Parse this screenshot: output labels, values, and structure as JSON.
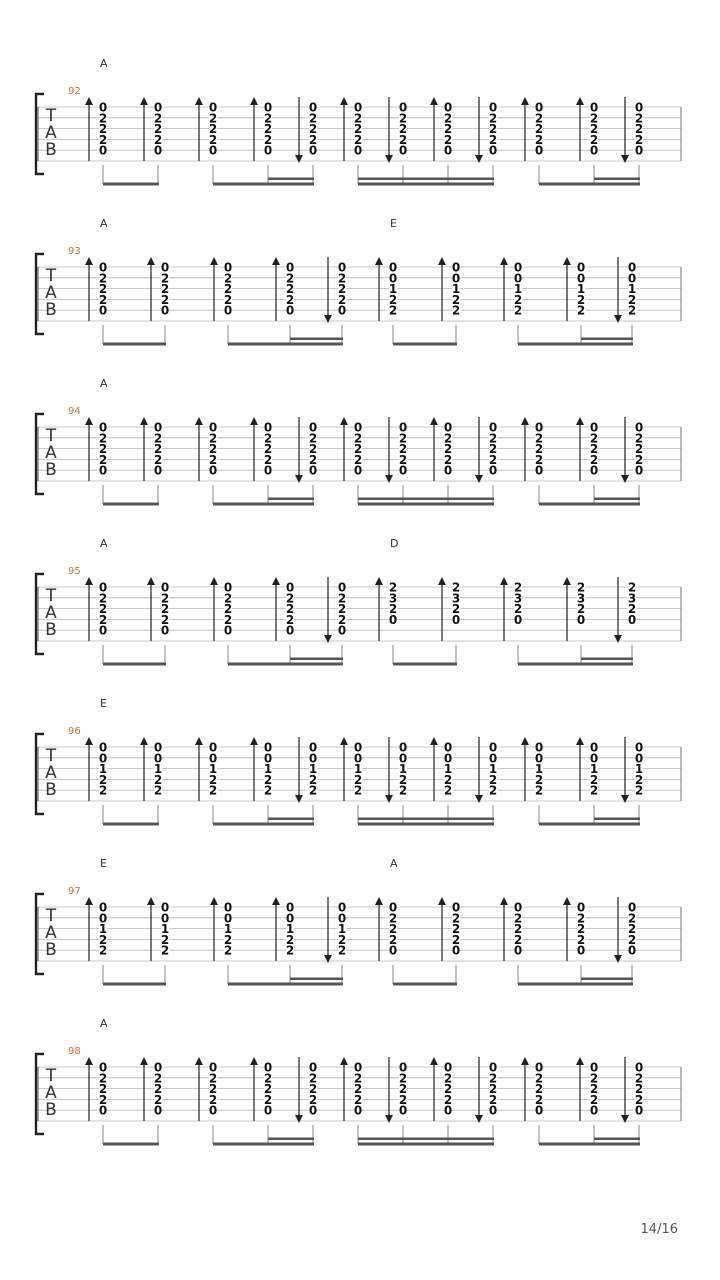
{
  "page": {
    "number": "14/16"
  },
  "tab_label": [
    "T",
    "A",
    "B"
  ],
  "systems": [
    {
      "measure": "92",
      "chords": [
        {
          "name": "A",
          "beat": 0
        }
      ],
      "beats": [
        {
          "dir": "up",
          "notes": [
            "0",
            "2",
            "2",
            "2",
            "0"
          ]
        },
        {
          "dir": "up",
          "notes": [
            "0",
            "2",
            "2",
            "2",
            "0"
          ]
        },
        {
          "dir": "up",
          "notes": [
            "0",
            "2",
            "2",
            "2",
            "0"
          ]
        },
        {
          "dir": "up",
          "notes": [
            "0",
            "2",
            "2",
            "2",
            "0"
          ]
        },
        {
          "dir": "down",
          "notes": [
            "0",
            "2",
            "2",
            "2",
            "0"
          ]
        },
        {
          "dir": "up",
          "notes": [
            "0",
            "2",
            "2",
            "2",
            "0"
          ]
        },
        {
          "dir": "down",
          "notes": [
            "0",
            "2",
            "2",
            "2",
            "0"
          ]
        },
        {
          "dir": "up",
          "notes": [
            "0",
            "2",
            "2",
            "2",
            "0"
          ]
        },
        {
          "dir": "down",
          "notes": [
            "0",
            "2",
            "2",
            "2",
            "0"
          ]
        },
        {
          "dir": "up",
          "notes": [
            "0",
            "2",
            "2",
            "2",
            "0"
          ]
        },
        {
          "dir": "up",
          "notes": [
            "0",
            "2",
            "2",
            "2",
            "0"
          ]
        },
        {
          "dir": "down",
          "notes": [
            "0",
            "2",
            "2",
            "2",
            "0"
          ]
        }
      ]
    },
    {
      "measure": "93",
      "chords": [
        {
          "name": "A",
          "beat": 0
        },
        {
          "name": "E",
          "beat": 5
        }
      ],
      "beats": [
        {
          "dir": "up",
          "notes": [
            "0",
            "2",
            "2",
            "2",
            "0"
          ]
        },
        {
          "dir": "up",
          "notes": [
            "0",
            "2",
            "2",
            "2",
            "0"
          ]
        },
        {
          "dir": "up",
          "notes": [
            "0",
            "2",
            "2",
            "2",
            "0"
          ]
        },
        {
          "dir": "up",
          "notes": [
            "0",
            "2",
            "2",
            "2",
            "0"
          ]
        },
        {
          "dir": "down",
          "notes": [
            "0",
            "2",
            "2",
            "2",
            "0"
          ]
        },
        {
          "dir": "up",
          "notes": [
            "0",
            "0",
            "1",
            "2",
            "2"
          ]
        },
        {
          "dir": "up",
          "notes": [
            "0",
            "0",
            "1",
            "2",
            "2"
          ]
        },
        {
          "dir": "up",
          "notes": [
            "0",
            "0",
            "1",
            "2",
            "2"
          ]
        },
        {
          "dir": "up",
          "notes": [
            "0",
            "0",
            "1",
            "2",
            "2"
          ]
        },
        {
          "dir": "down",
          "notes": [
            "0",
            "0",
            "1",
            "2",
            "2"
          ]
        }
      ]
    },
    {
      "measure": "94",
      "chords": [
        {
          "name": "A",
          "beat": 0
        }
      ],
      "beats": [
        {
          "dir": "up",
          "notes": [
            "0",
            "2",
            "2",
            "2",
            "0"
          ]
        },
        {
          "dir": "up",
          "notes": [
            "0",
            "2",
            "2",
            "2",
            "0"
          ]
        },
        {
          "dir": "up",
          "notes": [
            "0",
            "2",
            "2",
            "2",
            "0"
          ]
        },
        {
          "dir": "up",
          "notes": [
            "0",
            "2",
            "2",
            "2",
            "0"
          ]
        },
        {
          "dir": "down",
          "notes": [
            "0",
            "2",
            "2",
            "2",
            "0"
          ]
        },
        {
          "dir": "up",
          "notes": [
            "0",
            "2",
            "2",
            "2",
            "0"
          ]
        },
        {
          "dir": "down",
          "notes": [
            "0",
            "2",
            "2",
            "2",
            "0"
          ]
        },
        {
          "dir": "up",
          "notes": [
            "0",
            "2",
            "2",
            "2",
            "0"
          ]
        },
        {
          "dir": "down",
          "notes": [
            "0",
            "2",
            "2",
            "2",
            "0"
          ]
        },
        {
          "dir": "up",
          "notes": [
            "0",
            "2",
            "2",
            "2",
            "0"
          ]
        },
        {
          "dir": "up",
          "notes": [
            "0",
            "2",
            "2",
            "2",
            "0"
          ]
        },
        {
          "dir": "down",
          "notes": [
            "0",
            "2",
            "2",
            "2",
            "0"
          ]
        }
      ]
    },
    {
      "measure": "95",
      "chords": [
        {
          "name": "A",
          "beat": 0
        },
        {
          "name": "D",
          "beat": 5
        }
      ],
      "beats": [
        {
          "dir": "up",
          "notes": [
            "0",
            "2",
            "2",
            "2",
            "0"
          ]
        },
        {
          "dir": "up",
          "notes": [
            "0",
            "2",
            "2",
            "2",
            "0"
          ]
        },
        {
          "dir": "up",
          "notes": [
            "0",
            "2",
            "2",
            "2",
            "0"
          ]
        },
        {
          "dir": "up",
          "notes": [
            "0",
            "2",
            "2",
            "2",
            "0"
          ]
        },
        {
          "dir": "down",
          "notes": [
            "0",
            "2",
            "2",
            "2",
            "0"
          ]
        },
        {
          "dir": "up",
          "notes": [
            "2",
            "3",
            "2",
            "0"
          ]
        },
        {
          "dir": "up",
          "notes": [
            "2",
            "3",
            "2",
            "0"
          ]
        },
        {
          "dir": "up",
          "notes": [
            "2",
            "3",
            "2",
            "0"
          ]
        },
        {
          "dir": "up",
          "notes": [
            "2",
            "3",
            "2",
            "0"
          ]
        },
        {
          "dir": "down",
          "notes": [
            "2",
            "3",
            "2",
            "0"
          ]
        }
      ]
    },
    {
      "measure": "96",
      "chords": [
        {
          "name": "E",
          "beat": 0
        }
      ],
      "beats": [
        {
          "dir": "up",
          "notes": [
            "0",
            "0",
            "1",
            "2",
            "2"
          ]
        },
        {
          "dir": "up",
          "notes": [
            "0",
            "0",
            "1",
            "2",
            "2"
          ]
        },
        {
          "dir": "up",
          "notes": [
            "0",
            "0",
            "1",
            "2",
            "2"
          ]
        },
        {
          "dir": "up",
          "notes": [
            "0",
            "0",
            "1",
            "2",
            "2"
          ]
        },
        {
          "dir": "down",
          "notes": [
            "0",
            "0",
            "1",
            "2",
            "2"
          ]
        },
        {
          "dir": "up",
          "notes": [
            "0",
            "0",
            "1",
            "2",
            "2"
          ]
        },
        {
          "dir": "down",
          "notes": [
            "0",
            "0",
            "1",
            "2",
            "2"
          ]
        },
        {
          "dir": "up",
          "notes": [
            "0",
            "0",
            "1",
            "2",
            "2"
          ]
        },
        {
          "dir": "down",
          "notes": [
            "0",
            "0",
            "1",
            "2",
            "2"
          ]
        },
        {
          "dir": "up",
          "notes": [
            "0",
            "0",
            "1",
            "2",
            "2"
          ]
        },
        {
          "dir": "up",
          "notes": [
            "0",
            "0",
            "1",
            "2",
            "2"
          ]
        },
        {
          "dir": "down",
          "notes": [
            "0",
            "0",
            "1",
            "2",
            "2"
          ]
        }
      ]
    },
    {
      "measure": "97",
      "chords": [
        {
          "name": "E",
          "beat": 0
        },
        {
          "name": "A",
          "beat": 5
        }
      ],
      "beats": [
        {
          "dir": "up",
          "notes": [
            "0",
            "0",
            "1",
            "2",
            "2"
          ]
        },
        {
          "dir": "up",
          "notes": [
            "0",
            "0",
            "1",
            "2",
            "2"
          ]
        },
        {
          "dir": "up",
          "notes": [
            "0",
            "0",
            "1",
            "2",
            "2"
          ]
        },
        {
          "dir": "up",
          "notes": [
            "0",
            "0",
            "1",
            "2",
            "2"
          ]
        },
        {
          "dir": "down",
          "notes": [
            "0",
            "0",
            "1",
            "2",
            "2"
          ]
        },
        {
          "dir": "up",
          "notes": [
            "0",
            "2",
            "2",
            "2",
            "0"
          ]
        },
        {
          "dir": "up",
          "notes": [
            "0",
            "2",
            "2",
            "2",
            "0"
          ]
        },
        {
          "dir": "up",
          "notes": [
            "0",
            "2",
            "2",
            "2",
            "0"
          ]
        },
        {
          "dir": "up",
          "notes": [
            "0",
            "2",
            "2",
            "2",
            "0"
          ]
        },
        {
          "dir": "down",
          "notes": [
            "0",
            "2",
            "2",
            "2",
            "0"
          ]
        }
      ]
    },
    {
      "measure": "98",
      "chords": [
        {
          "name": "A",
          "beat": 0
        }
      ],
      "beats": [
        {
          "dir": "up",
          "notes": [
            "0",
            "2",
            "2",
            "2",
            "0"
          ]
        },
        {
          "dir": "up",
          "notes": [
            "0",
            "2",
            "2",
            "2",
            "0"
          ]
        },
        {
          "dir": "up",
          "notes": [
            "0",
            "2",
            "2",
            "2",
            "0"
          ]
        },
        {
          "dir": "up",
          "notes": [
            "0",
            "2",
            "2",
            "2",
            "0"
          ]
        },
        {
          "dir": "down",
          "notes": [
            "0",
            "2",
            "2",
            "2",
            "0"
          ]
        },
        {
          "dir": "up",
          "notes": [
            "0",
            "2",
            "2",
            "2",
            "0"
          ]
        },
        {
          "dir": "down",
          "notes": [
            "0",
            "2",
            "2",
            "2",
            "0"
          ]
        },
        {
          "dir": "up",
          "notes": [
            "0",
            "2",
            "2",
            "2",
            "0"
          ]
        },
        {
          "dir": "down",
          "notes": [
            "0",
            "2",
            "2",
            "2",
            "0"
          ]
        },
        {
          "dir": "up",
          "notes": [
            "0",
            "2",
            "2",
            "2",
            "0"
          ]
        },
        {
          "dir": "up",
          "notes": [
            "0",
            "2",
            "2",
            "2",
            "0"
          ]
        },
        {
          "dir": "down",
          "notes": [
            "0",
            "2",
            "2",
            "2",
            "0"
          ]
        }
      ]
    }
  ]
}
